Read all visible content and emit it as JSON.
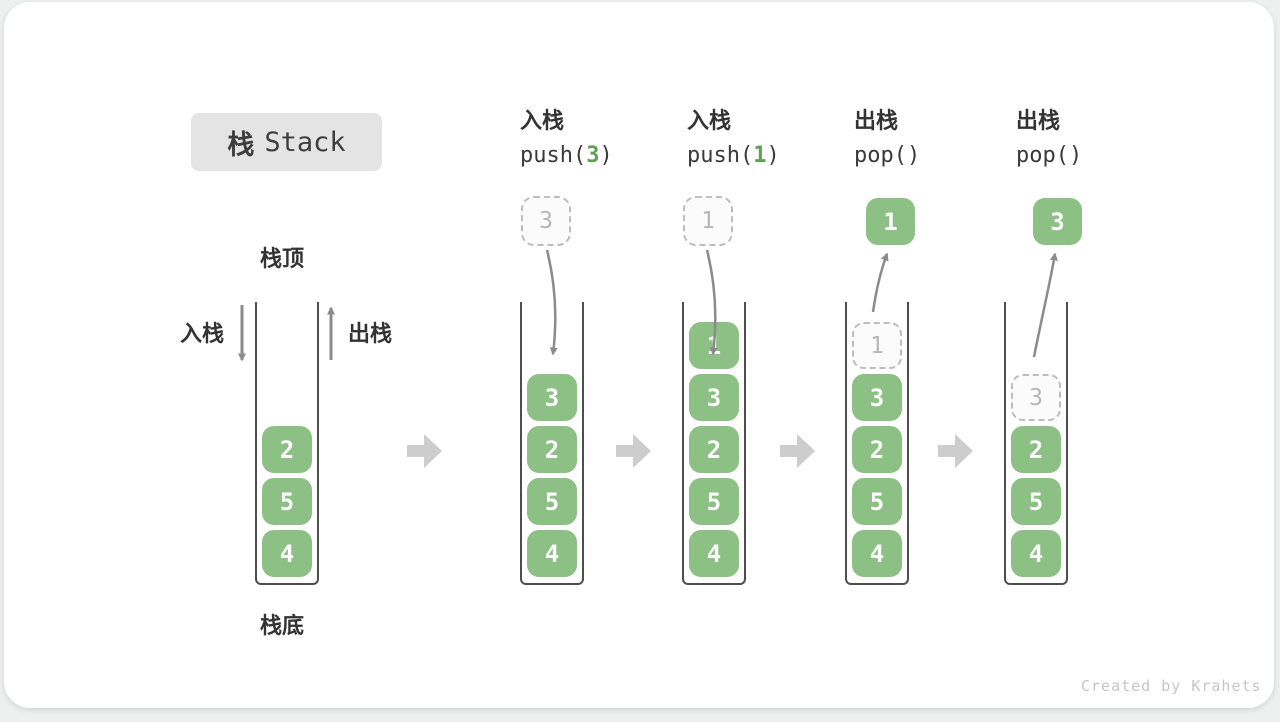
{
  "title": {
    "cn": "栈",
    "en": "Stack"
  },
  "labels": {
    "stack_top": "栈顶",
    "stack_bottom": "栈底",
    "push": "入栈",
    "pop": "出栈"
  },
  "operations": [
    {
      "cn": "入栈",
      "code_pre": "push(",
      "code_arg": "3",
      "code_post": ")"
    },
    {
      "cn": "入栈",
      "code_pre": "push(",
      "code_arg": "1",
      "code_post": ")"
    },
    {
      "cn": "出栈",
      "code_pre": "pop(",
      "code_arg": "",
      "code_post": ")"
    },
    {
      "cn": "出栈",
      "code_pre": "pop(",
      "code_arg": "",
      "code_post": ")"
    }
  ],
  "stacks": [
    {
      "items": [
        "4",
        "5",
        "2"
      ]
    },
    {
      "items": [
        "4",
        "5",
        "2",
        "3"
      ],
      "floating": "3"
    },
    {
      "items": [
        "4",
        "5",
        "2",
        "3",
        "1"
      ],
      "floating": "1"
    },
    {
      "items": [
        "4",
        "5",
        "2",
        "3"
      ],
      "ghost": "1",
      "floating": "1"
    },
    {
      "items": [
        "4",
        "5",
        "2"
      ],
      "ghost": "3",
      "floating": "3"
    }
  ],
  "watermark": "Created by Krahets",
  "colors": {
    "block_green": "#8cc084",
    "arg_green": "#5fa052",
    "title_bg": "#e4e4e4",
    "text_dark": "#333333",
    "dashed_border": "#bdbdbd",
    "dashed_text": "#b7b7b7",
    "curve_arrow": "#8b8b8b",
    "transition_arrow": "#cdcdcd",
    "container_wall": "#4e4e4e",
    "watermark_gray": "#c6c6c6"
  }
}
